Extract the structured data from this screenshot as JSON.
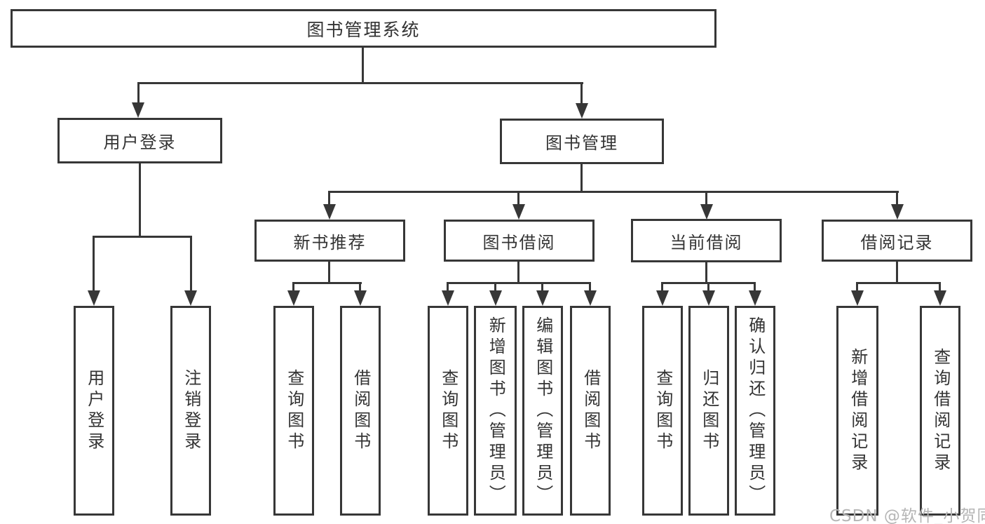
{
  "tree": {
    "root": {
      "label": "图书管理系统",
      "children": [
        {
          "label": "用户登录",
          "children": [
            {
              "label": "用户登录"
            },
            {
              "label": "注销登录"
            }
          ]
        },
        {
          "label": "图书管理",
          "children": [
            {
              "label": "新书推荐",
              "children": [
                {
                  "label": "查询图书"
                },
                {
                  "label": "借阅图书"
                }
              ]
            },
            {
              "label": "图书借阅",
              "children": [
                {
                  "label": "查询图书"
                },
                {
                  "label": "新增图书（管理员）"
                },
                {
                  "label": "编辑图书（管理员）"
                },
                {
                  "label": "借阅图书"
                }
              ]
            },
            {
              "label": "当前借阅",
              "children": [
                {
                  "label": "查询图书"
                },
                {
                  "label": "归还图书"
                },
                {
                  "label": "确认归还（管理员）"
                }
              ]
            },
            {
              "label": "借阅记录",
              "children": [
                {
                  "label": "新增借阅记录"
                },
                {
                  "label": "查询借阅记录"
                }
              ]
            }
          ]
        }
      ]
    }
  },
  "watermark": {
    "text": "CSDN @软件_小贺同学"
  },
  "colors": {
    "line": "#373737",
    "box_border": "#373737",
    "box_fill": "#ffffff",
    "text": "#333333",
    "watermark_text": "#b5b5b5",
    "background": "#ffffff"
  }
}
